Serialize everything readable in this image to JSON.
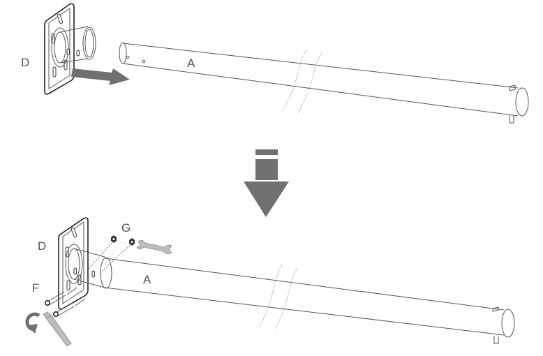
{
  "labels": {
    "top_bracket": "D",
    "top_pipe": "A",
    "bottom_bracket": "D",
    "bottom_pipe": "A",
    "nuts": "G",
    "bolts": "F"
  },
  "colors": {
    "line": "#555555",
    "plate_outline": "#222222",
    "arrow_fill": "#707070",
    "tool_fill": "#bdbdbd"
  },
  "icons": {
    "insert_arrow": "arrow-right-icon",
    "step_arrow": "arrow-down-icon",
    "rotate": "rotate-icon",
    "wrench": "wrench-icon",
    "allen_key": "hex-key-icon"
  }
}
